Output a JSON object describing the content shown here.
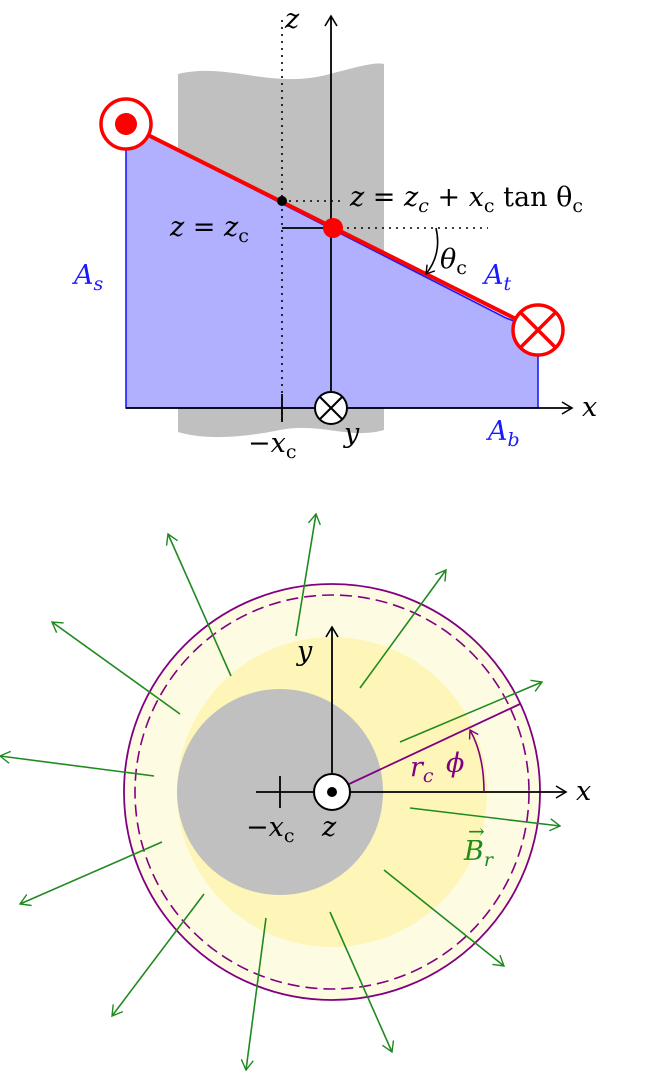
{
  "colors": {
    "wire_red": "#ff0000",
    "region_fill": "#b0b0ff",
    "region_stroke": "#1a1aff",
    "body_gray": "#c0c0c0",
    "field_green": "#1f8a1f",
    "purple": "#800080",
    "halo_pale": "#fefbe3",
    "halo_yellow": "#fdf6b8",
    "axis_black": "#000000"
  },
  "icons": {
    "current_out_top": "dot-in-circle-icon",
    "current_into_top": "cross-in-circle-icon",
    "y_into_page": "cross-in-circle-icon",
    "z_out_of_page": "dot-in-circle-icon"
  },
  "top_diagram": {
    "axis_z": {
      "letter": "z"
    },
    "axis_z_dotted": {
      "letter": "z"
    },
    "axis_x": {
      "letter": "x"
    },
    "axis_y": {
      "letter": "y"
    },
    "neg_xc": {
      "sign": "−",
      "letter": "x",
      "sub": "c"
    },
    "eq_zc": {
      "lhs": "z = z",
      "sub": "c"
    },
    "eq_tilted": {
      "a": "z = z",
      "sub1": "c",
      "b": " + x",
      "sub2": "c",
      "c": " tan θ",
      "sub3": "c"
    },
    "theta": {
      "letter": "θ",
      "sub": "c"
    },
    "region_side": {
      "letter": "A",
      "sub": "s"
    },
    "region_top": {
      "letter": "A",
      "sub": "t"
    },
    "region_bottom": {
      "letter": "A",
      "sub": "b"
    }
  },
  "bottom_diagram": {
    "axis_y": {
      "letter": "y"
    },
    "axis_x": {
      "letter": "x"
    },
    "axis_z": {
      "letter": "z"
    },
    "neg_xc": {
      "sign": "−",
      "letter": "x",
      "sub": "c"
    },
    "radius": {
      "letter": "r",
      "sub": "c"
    },
    "phi": {
      "letter": "ϕ"
    },
    "field": {
      "arrow": "→",
      "letter": "B",
      "sub": "r"
    }
  }
}
